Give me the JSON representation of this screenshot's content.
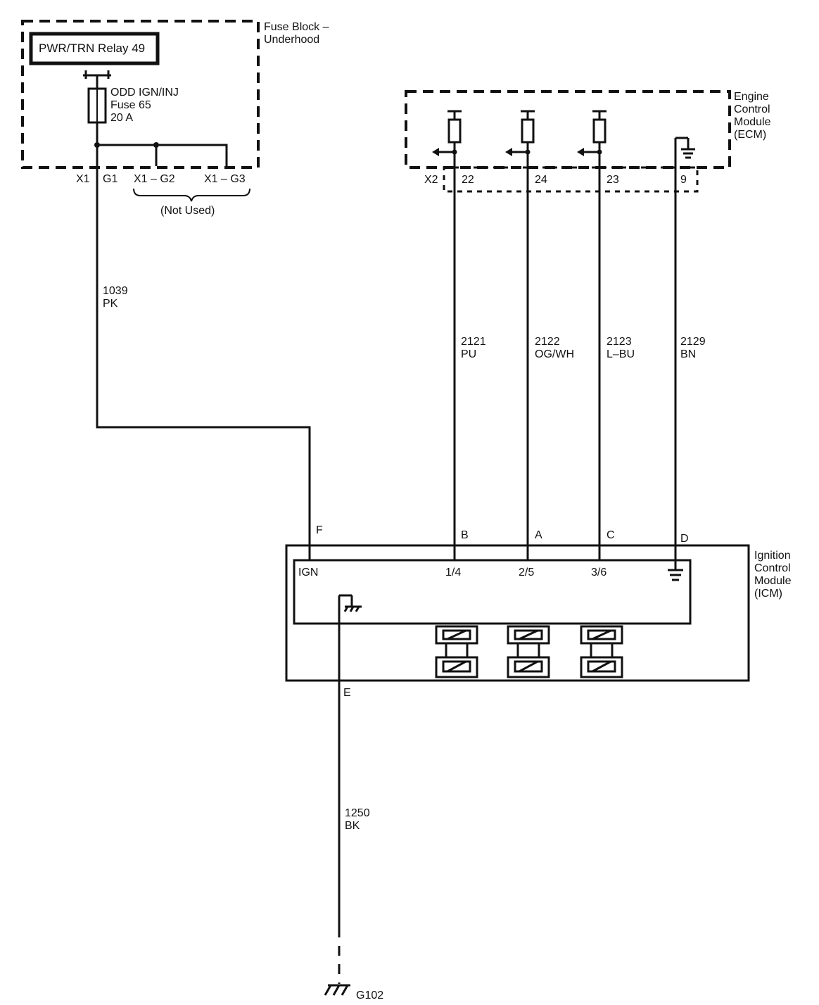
{
  "fuse_block": {
    "title_line1": "Fuse Block –",
    "title_line2": "Underhood",
    "relay_label": "PWR/TRN Relay 49",
    "fuse_name": "ODD IGN/INJ",
    "fuse_number": "Fuse 65",
    "fuse_rating": "20 A",
    "connector": "X1",
    "pin_g1": "G1",
    "pin_g2": "X1 – G2",
    "pin_g3": "X1 – G3",
    "not_used": "(Not Used)"
  },
  "ecm": {
    "title_line1": "Engine",
    "title_line2": "Control",
    "title_line3": "Module",
    "title_line4": "(ECM)",
    "connector": "X2",
    "pins": [
      "22",
      "24",
      "23",
      "9"
    ]
  },
  "wires": [
    {
      "circuit": "1039",
      "color": "PK"
    },
    {
      "circuit": "2121",
      "color": "PU"
    },
    {
      "circuit": "2122",
      "color": "OG/WH"
    },
    {
      "circuit": "2123",
      "color": "L–BU"
    },
    {
      "circuit": "2129",
      "color": "BN"
    },
    {
      "circuit": "1250",
      "color": "BK"
    }
  ],
  "icm": {
    "title_line1": "Ignition",
    "title_line2": "Control",
    "title_line3": "Module",
    "title_line4": "(ICM)",
    "pin_letters": [
      "F",
      "B",
      "A",
      "C",
      "D",
      "E"
    ],
    "terminals": [
      "IGN",
      "1/4",
      "2/5",
      "3/6"
    ]
  },
  "ground": {
    "label": "G102"
  }
}
